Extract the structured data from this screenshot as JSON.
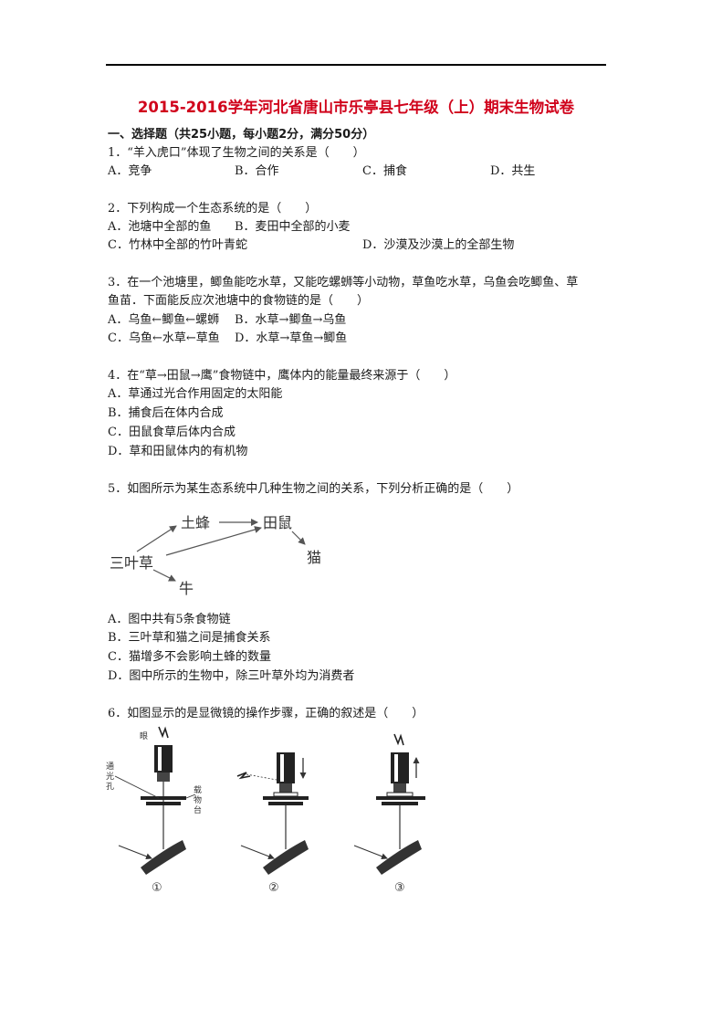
{
  "title": "2015-2016学年河北省唐山市乐亭县七年级（上）期末生物试卷",
  "section": "一、选择题（共25小题，每小题2分，满分50分）",
  "q1": {
    "stem": "1．“羊入虎口”体现了生物之间的关系是（　　）",
    "a": "A．竞争",
    "b": "B．合作",
    "c": "C．捕食",
    "d": "D．共生"
  },
  "q2": {
    "stem": "2．下列构成一个生态系统的是（　　）",
    "a": "A．池塘中全部的鱼",
    "b": "B．麦田中全部的小麦",
    "c": "C．竹林中全部的竹叶青蛇",
    "d": "D．沙漠及沙漠上的全部生物"
  },
  "q3": {
    "stem1": "3．在一个池塘里，鲫鱼能吃水草，又能吃螺蛳等小动物，草鱼吃水草，乌鱼会吃鲫鱼、草",
    "stem2": "鱼苗．下面能反应次池塘中的食物链的是（　　）",
    "a": "A．乌鱼←鲫鱼←螺蛳",
    "b": "B．水草→鲫鱼→乌鱼",
    "c": "C．乌鱼←水草←草鱼",
    "d": "D．水草→草鱼→鲫鱼"
  },
  "q4": {
    "stem": "4．在“草→田鼠→鹰”食物链中，鹰体内的能量最终来源于（　　）",
    "a": "A．草通过光合作用固定的太阳能",
    "b": "B．捕食后在体内合成",
    "c": "C．田鼠食草后体内合成",
    "d": "D．草和田鼠体内的有机物"
  },
  "q5": {
    "stem": "5．如图所示为某生态系统中几种生物之间的关系，下列分析正确的是（　　）",
    "figure": {
      "n1": "三叶草",
      "n2": "土蜂",
      "n3": "田鼠",
      "n4": "猫",
      "n5": "牛"
    },
    "a": "A．图中共有5条食物链",
    "b": "B．三叶草和猫之间是捕食关系",
    "c": "C．猫增多不会影响土蜂的数量",
    "d": "D．图中所示的生物中，除三叶草外均为消费者"
  },
  "q6": {
    "stem": "6．如图显示的是显微镜的操作步骤，正确的叙述是（　　）",
    "figure": {
      "eye": "眼",
      "aperture_label": [
        "通",
        "光",
        "孔"
      ],
      "stage_label": [
        "载",
        "物",
        "台"
      ],
      "step1": "①",
      "step2": "②",
      "step3": "③"
    }
  }
}
